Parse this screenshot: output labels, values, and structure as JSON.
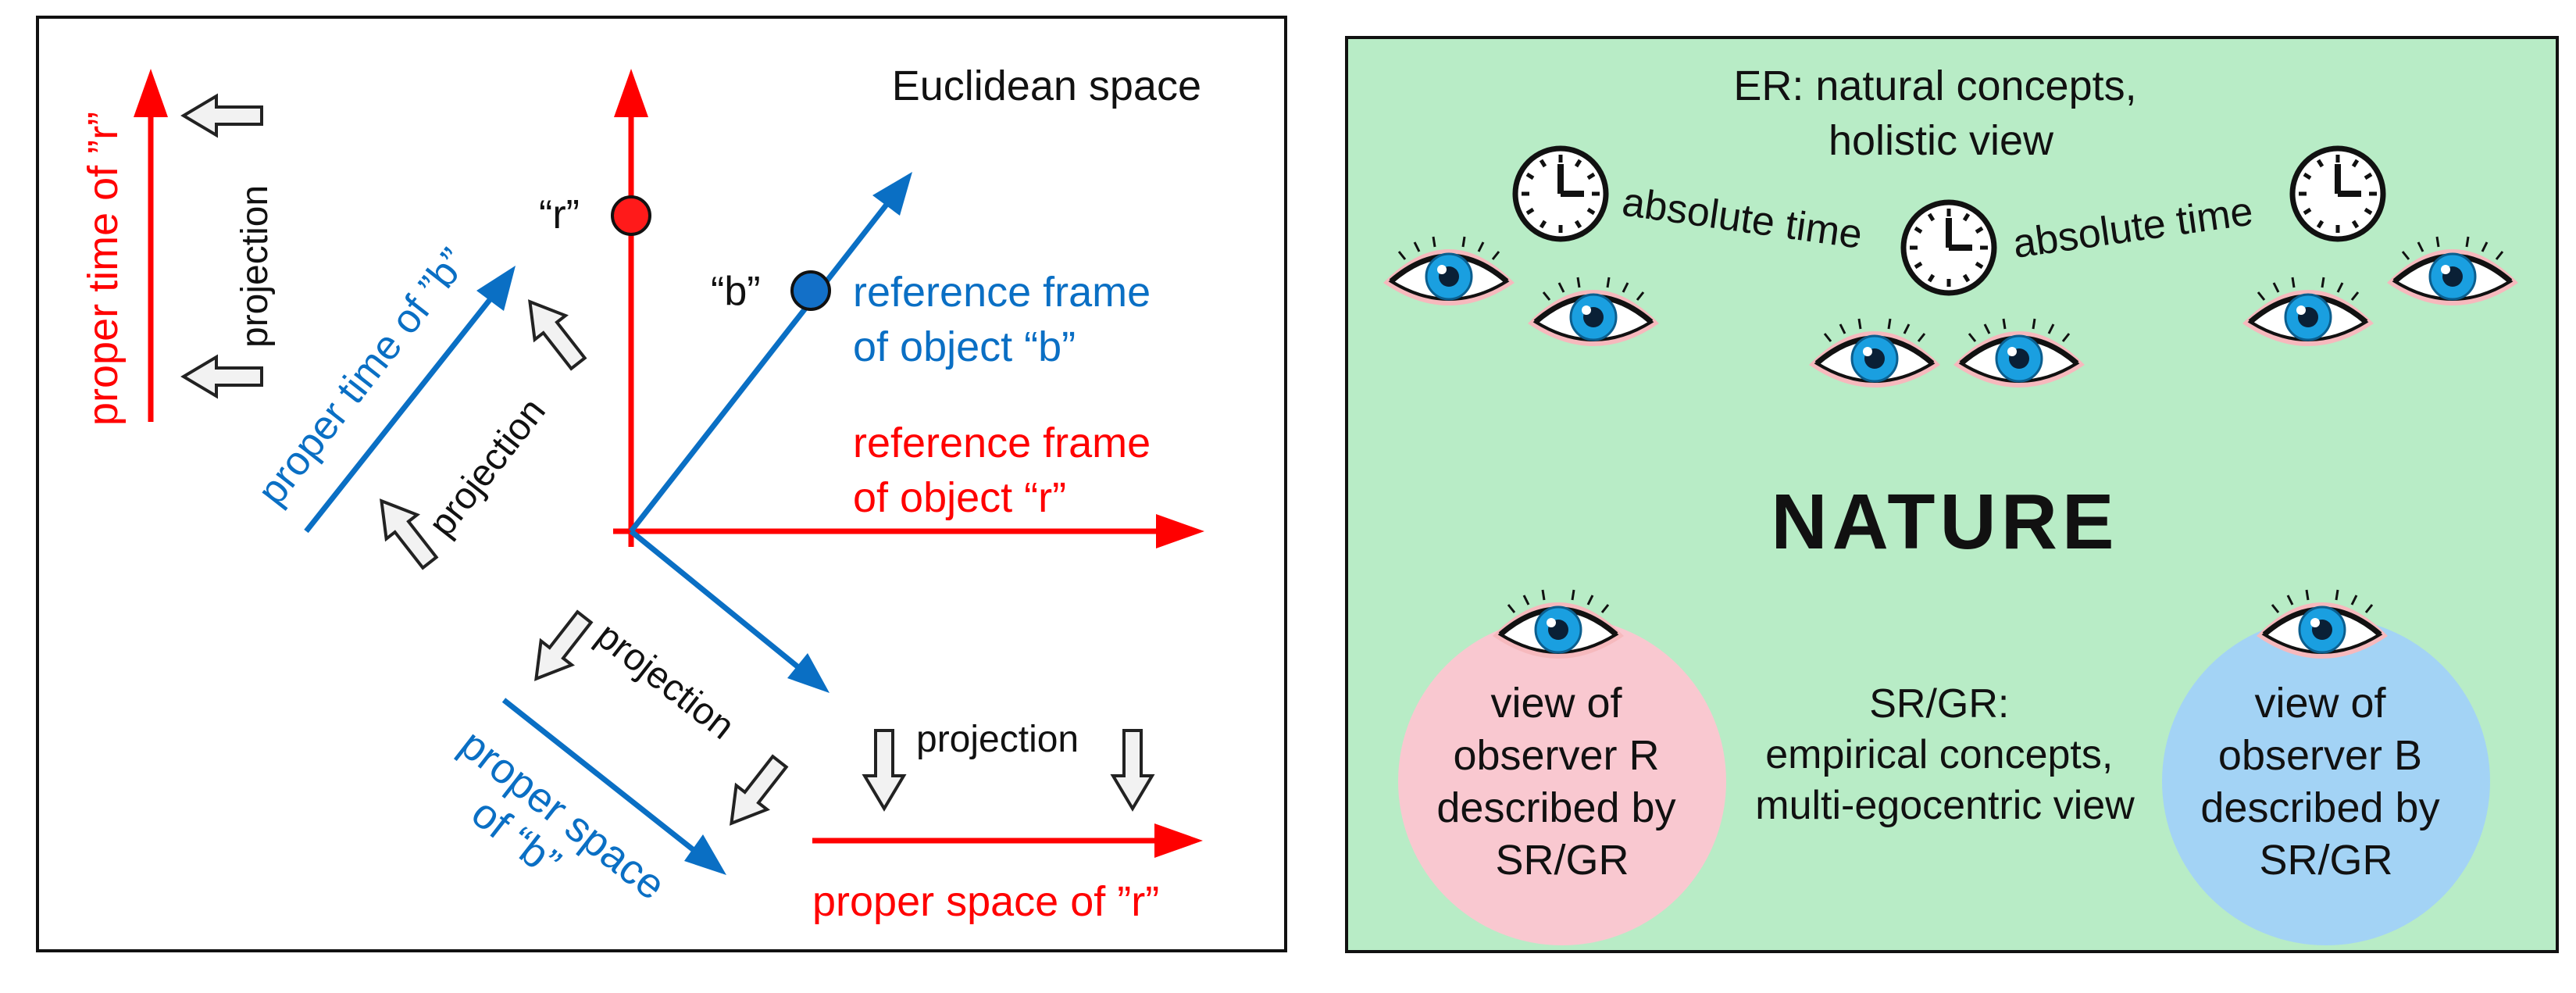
{
  "colors": {
    "red": "#ff0000",
    "blue": "#0a6fc4",
    "green_panel": "#b8ecc6",
    "pink": "#f9c8d0",
    "light_blue": "#a3d3f5",
    "iris": "#1a9fe0"
  },
  "left_panel": {
    "title": "Euclidean space",
    "point_r_label": "“r”",
    "point_b_label": "“b”",
    "frame_b": [
      "reference frame",
      "of object “b”"
    ],
    "frame_r": [
      "reference frame",
      "of object “r”"
    ],
    "proper_time_r": "proper time of ”r”",
    "proper_time_b": "proper time of ”b”",
    "proper_space_b": [
      "proper space",
      "of “b”"
    ],
    "proper_space_r": "proper space of ”r”",
    "projection_label": "projection"
  },
  "right_panel": {
    "er_heading": [
      "ER: natural concepts,",
      "holistic view"
    ],
    "absolute_time": "absolute time",
    "nature": "NATURE",
    "observer_r": [
      "view of",
      "observer R",
      "described by",
      "SR/GR"
    ],
    "observer_b": [
      "view of",
      "observer B",
      "described by",
      "SR/GR"
    ],
    "srgr_center": [
      "SR/GR:",
      "empirical concepts,",
      "multi-egocentric view"
    ]
  },
  "icons": [
    "clock-icon",
    "eye-icon",
    "hollow-arrow-icon"
  ]
}
